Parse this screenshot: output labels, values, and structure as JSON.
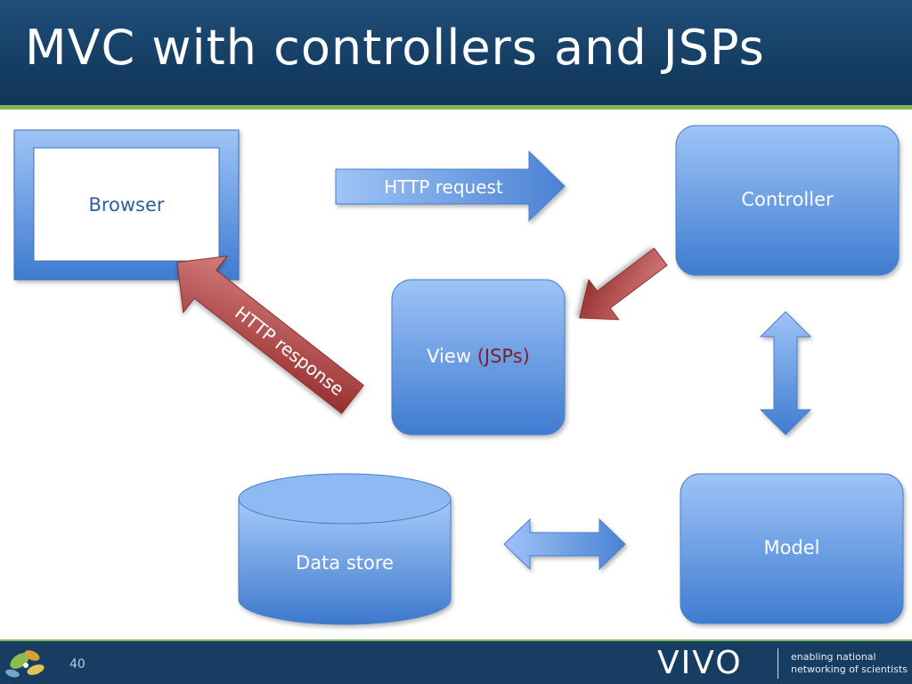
{
  "slide": {
    "title": "MVC with controllers and JSPs",
    "page_number": "40"
  },
  "diagram": {
    "nodes": {
      "browser": "Browser",
      "controller": "Controller",
      "view": "View",
      "view_suffix": "(JSPs)",
      "model": "Model",
      "data_store": "Data store"
    },
    "edges": {
      "request": "HTTP request",
      "response": "HTTP response"
    }
  },
  "footer": {
    "logo_text": "VIVO",
    "tagline_line1": "enabling national",
    "tagline_line2": "networking of scientists"
  },
  "colors": {
    "header": "#163f66",
    "accent_green": "#7cb55a",
    "shape_blue": "#4f86d6",
    "arrow_red": "#a73535",
    "browser_text": "#2e5f9c",
    "jsp_text": "#7a1f2c"
  }
}
